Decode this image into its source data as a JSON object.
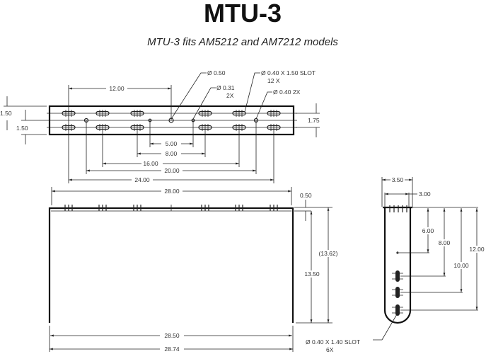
{
  "title": "MTU-3",
  "subtitle": "MTU-3 fits AM5212 and AM7212 models",
  "top_view": {
    "dims": {
      "d12": "12.00",
      "d5": "5.00",
      "d8": "8.00",
      "d16": "16.00",
      "d20": "20.00",
      "d24": "24.00",
      "left1": "1.50",
      "left2": "1.50",
      "right": "1.75"
    },
    "callouts": {
      "hole050": "Ø 0.50",
      "hole031": "Ø 0.31",
      "hole031_qty": "2X",
      "slot": "Ø 0.40 X 1.50 SLOT",
      "slot_qty": "12 X",
      "hole040": "Ø 0.40 2X"
    }
  },
  "front_view": {
    "dims": {
      "width_top": "28.00",
      "thickness": "0.50",
      "height": "13.50",
      "height_ref": "(13.62)",
      "width_inner": "28.50",
      "width_outer": "28.74"
    }
  },
  "side_view": {
    "dims": {
      "outer": "3.50",
      "inner": "3.00",
      "d6": "6.00",
      "d8": "8.00",
      "d10": "10.00",
      "d12": "12.00"
    },
    "callout": "Ø 0.40 X 1.40 SLOT",
    "callout_qty": "6X"
  }
}
